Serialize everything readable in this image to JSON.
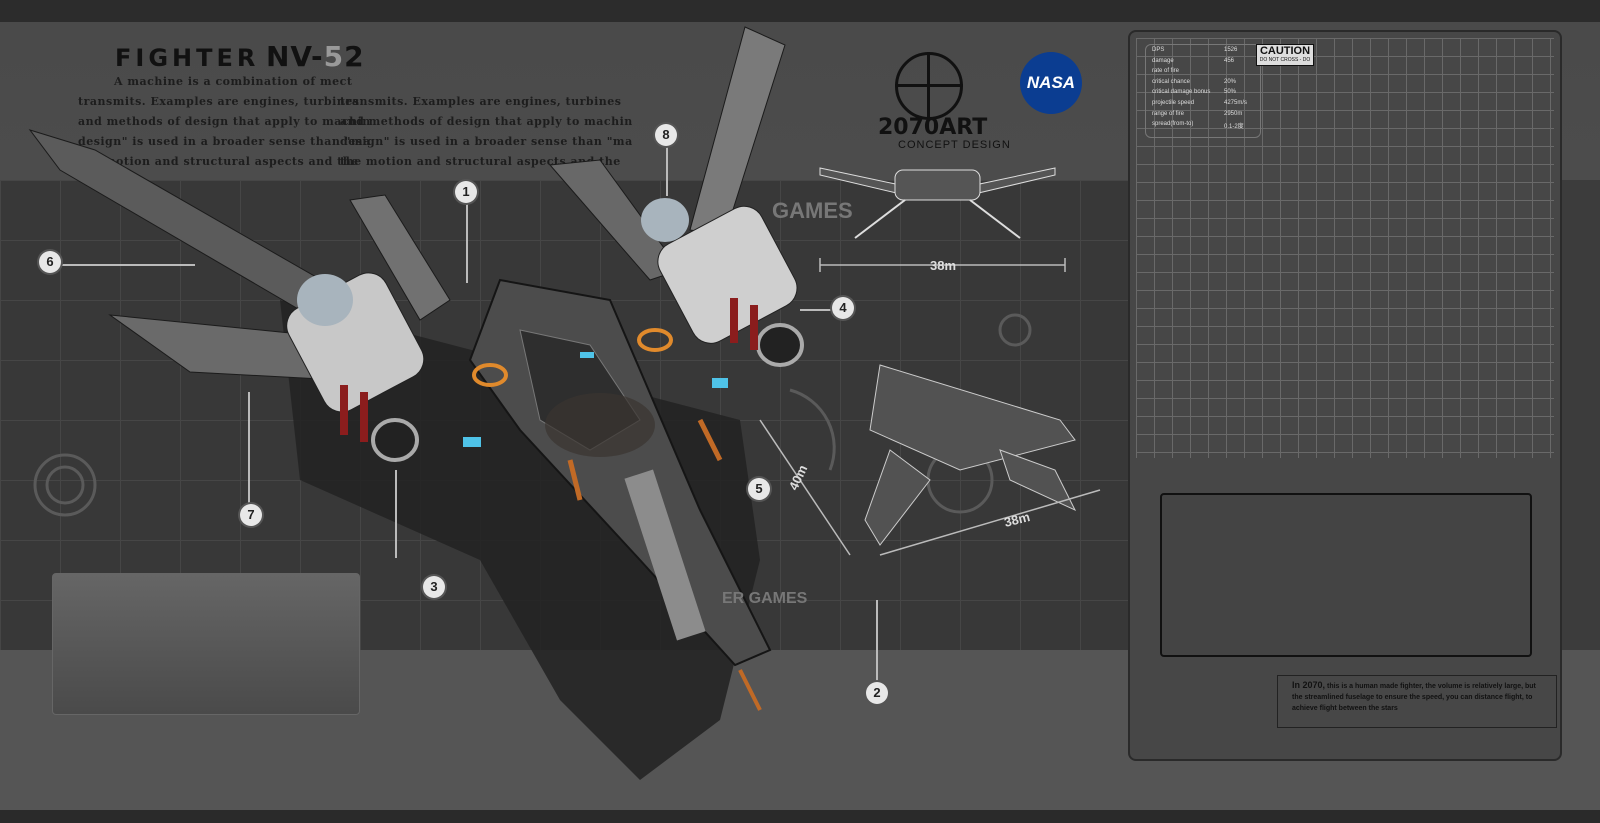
{
  "title": {
    "prefix": "FIGHTER",
    "model": "NV-",
    "num_grey": "5",
    "num_dark": "2"
  },
  "description_left": [
    "A machine is a combination of mect",
    "transmits. Examples are engines, turbines",
    "and methods of design that apply to machin",
    "design\" is used in a broader sense than \"ma",
    "the motion and structural aspects and the"
  ],
  "description_right": [
    "transmits. Examples are engines, turbines",
    "and methods of design that apply to machin",
    "design\" is used in a broader sense than \"ma",
    "the motion and structural aspects and the"
  ],
  "callouts": {
    "c1": "1",
    "c2": "2",
    "c3": "3",
    "c4": "4",
    "c5": "5",
    "c6": "6",
    "c7": "7",
    "c8": "8"
  },
  "dimensions": {
    "top_span": "38m",
    "side_length": "40m",
    "bottom_span": "38m"
  },
  "watermarks": {
    "games": "GAMES",
    "hunter": "ER GAMES"
  },
  "brand": {
    "name_year": "2070",
    "name_art": "ART",
    "subtitle": "CONCEPT DESIGN",
    "agency": "NASA"
  },
  "stats": [
    {
      "k": "DPS",
      "v": "1526"
    },
    {
      "k": "damage",
      "v": "456"
    },
    {
      "k": "rate of fire",
      "v": ""
    },
    {
      "k": "critical chance",
      "v": "20%"
    },
    {
      "k": "critical damage bonus",
      "v": "50%"
    },
    {
      "k": "projectile speed",
      "v": "4275m/s"
    },
    {
      "k": "range of fire",
      "v": "2950m"
    },
    {
      "k": "spread(from-to)",
      "v": "0.1-2度"
    }
  ],
  "caution": {
    "title": "CAUTION",
    "sub": "DO NOT CROSS - DO"
  },
  "note": {
    "lead": "In 2070,",
    "body": "this is a human made fighter, the volume is relatively large, but the streamlined fuselage to ensure the speed, you can distance flight, to achieve flight between the stars"
  },
  "colors": {
    "background": "#3c3c3c",
    "panel": "#474747",
    "accent_orange": "#e08a2c",
    "accent_blue": "#4fc3e8",
    "nasa_blue": "#0b3d91",
    "nasa_red": "#d9261c"
  }
}
